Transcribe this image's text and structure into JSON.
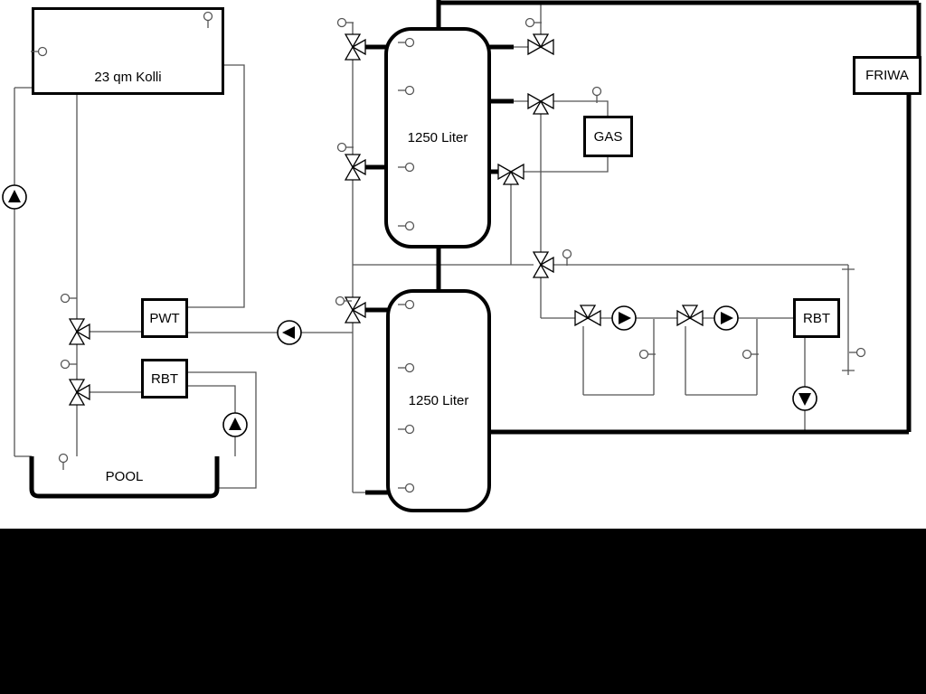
{
  "diagram_labels": {
    "collector": "23 qm Kolli",
    "tank_upper": "1250 Liter",
    "tank_lower": "1250 Liter",
    "gas": "GAS",
    "friwa": "FRIWA",
    "pwt": "PWT",
    "rbt_left": "RBT",
    "rbt_right": "RBT",
    "pool": "POOL"
  },
  "colors": {
    "background": "#ffffff",
    "pipe_thin": "#555555",
    "pipe_thick": "#000000",
    "letterbox_band": "#000000"
  }
}
